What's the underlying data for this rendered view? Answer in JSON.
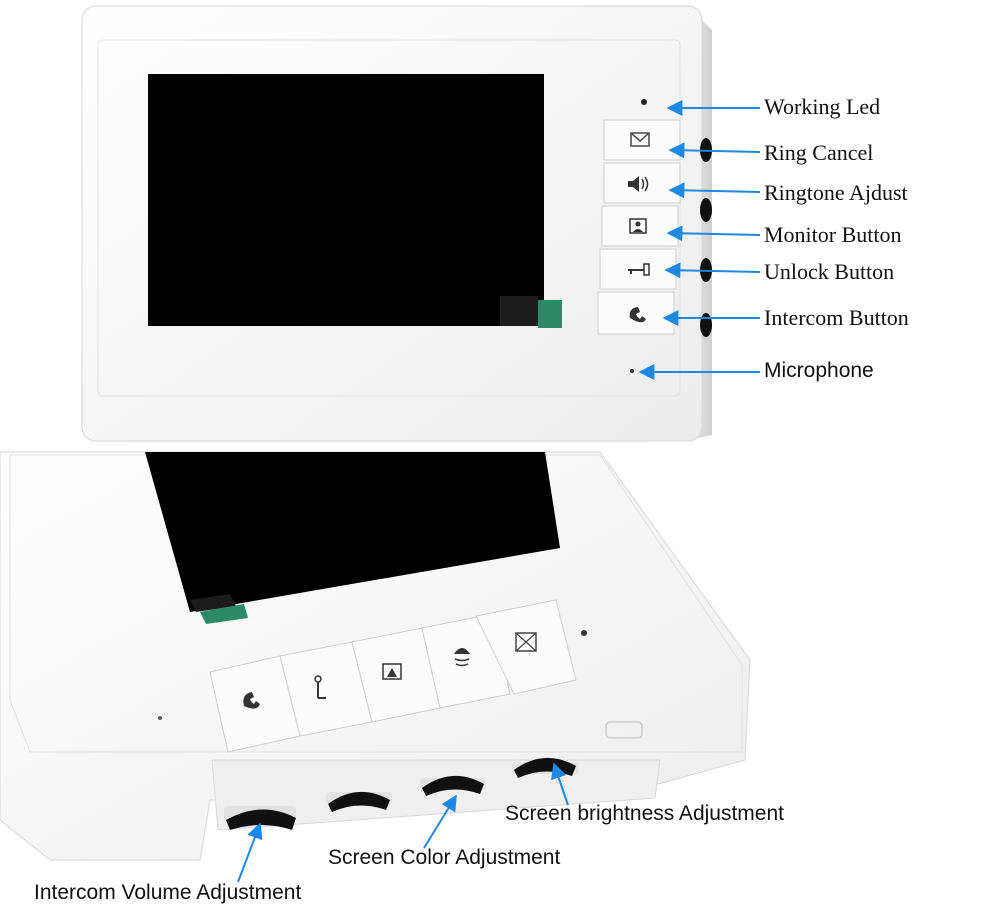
{
  "top_labels": [
    {
      "text": "Working Led"
    },
    {
      "text": "Ring Cancel"
    },
    {
      "text": "Ringtone Ajdust"
    },
    {
      "text": "Monitor Button"
    },
    {
      "text": "Unlock Button"
    },
    {
      "text": "Intercom Button"
    }
  ],
  "microphone_label": "Microphone",
  "bottom_labels": [
    {
      "text": "Screen brightness Adjustment"
    },
    {
      "text": "Screen Color Adjustment"
    },
    {
      "text": "Intercom Volume Adjustment"
    }
  ],
  "colors": {
    "arrow": "#1e88e5",
    "device": "#f7f7f7",
    "screen": "#000000",
    "tape": "#2d8a66"
  },
  "icons": [
    "envelope-icon",
    "speaker-icon",
    "monitor-icon",
    "key-icon",
    "phone-icon",
    "bell-icon"
  ]
}
